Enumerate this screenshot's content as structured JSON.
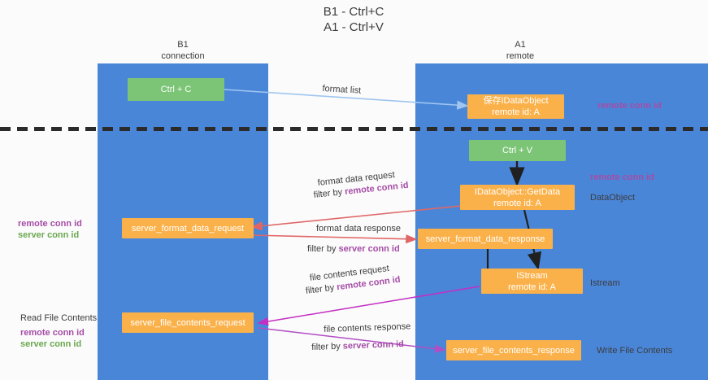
{
  "title": "B1 - Ctrl+C\nA1 - Ctrl+V",
  "lanes": {
    "left": {
      "title": "B1\nconnection"
    },
    "right": {
      "title": "A1\nremote"
    }
  },
  "colors": {
    "lane": "#4a86d8",
    "box_orange": "#fbb14a",
    "box_green": "#7cc576",
    "purple": "#a64ca6",
    "green_text": "#6aa84f",
    "arrow_blue": "#9fc5f0",
    "arrow_red": "#e06666",
    "arrow_magenta": "#c32ec3",
    "arrow_violet": "#b14ec3",
    "arrow_black": "#202020"
  },
  "boxes": {
    "ctrl_c": {
      "line1": "Ctrl + C",
      "line2": ""
    },
    "save_idataobject": {
      "line1": "保存IDataObject",
      "line2": "remote id: A"
    },
    "ctrl_v": {
      "line1": "Ctrl + V",
      "line2": ""
    },
    "getdata": {
      "line1": "IDataObject::GetData",
      "line2": "remote id: A"
    },
    "server_format_data_request": {
      "line1": "server_format_data_request",
      "line2": ""
    },
    "server_format_data_response": {
      "line1": "server_format_data_response",
      "line2": ""
    },
    "istream": {
      "line1": "IStream",
      "line2": "remote id: A"
    },
    "server_file_contents_request": {
      "line1": "server_file_contents_request",
      "line2": ""
    },
    "server_file_contents_response": {
      "line1": "server_file_contents_response",
      "line2": ""
    }
  },
  "right_labels": {
    "remote_conn_id_1": "remote conn id",
    "remote_conn_id_2": "remote conn id",
    "dataobject": "DataObject",
    "istream": "Istream",
    "write_file_contents": "Write File Contents"
  },
  "left_labels": {
    "remote_conn_id": "remote conn id",
    "server_conn_id": "server conn id",
    "read_file_contents": "Read File Contents",
    "remote_conn_id_2": "remote conn id",
    "server_conn_id_2": "server conn id"
  },
  "edges": {
    "format_list": {
      "line1": "format list",
      "line2": ""
    },
    "format_data_request": {
      "line1": "format data request",
      "filter_prefix": "filter by ",
      "filter_key": "remote conn id"
    },
    "format_data_response": {
      "line1": "format data response",
      "filter_prefix": "filter by ",
      "filter_key": "server conn id"
    },
    "file_contents_request": {
      "line1": "file contents request",
      "filter_prefix": "filter by ",
      "filter_key": "remote conn id"
    },
    "file_contents_response": {
      "line1": "file contents response",
      "filter_prefix": "filter by ",
      "filter_key": "server conn id"
    }
  }
}
